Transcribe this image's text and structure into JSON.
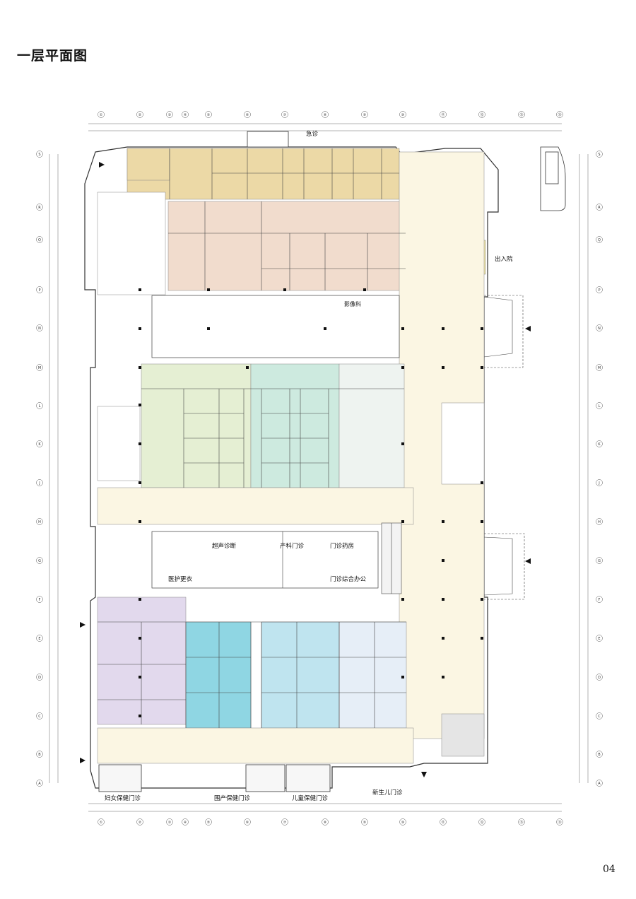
{
  "title": "一层平面图",
  "page_number": "04",
  "labels": {
    "emergency": "急诊",
    "discharge": "出入院",
    "imaging": "影像科",
    "ultrasound": "超声诊断",
    "obstetrics": "产科门诊",
    "pharmacy": "门诊药房",
    "staff_changing": "医护更衣",
    "outpatient_office": "门诊综合办公",
    "women_health": "妇女保健门诊",
    "prenatal_health": "围产保健门诊",
    "child_health": "儿童保健门诊",
    "newborn": "新生儿门诊"
  },
  "grid_columns": [
    "①",
    "②",
    "③",
    "④",
    "⑤",
    "⑥",
    "⑦",
    "⑧",
    "⑨",
    "⑩",
    "⑪",
    "⑫",
    "⑬"
  ],
  "grid_rows": [
    "S",
    "R",
    "Q",
    "P",
    "N",
    "M",
    "L",
    "K",
    "J",
    "H",
    "G",
    "F",
    "E",
    "D",
    "C",
    "B",
    "A"
  ],
  "zone_colors": {
    "emergency": "#ecd9a6",
    "imaging": "#f1dccd",
    "discharge": "#f2e7a6",
    "ultrasound": "#e5efd3",
    "obstetrics": "#cdeadf",
    "pharmacy": "#eef3f0",
    "women_health": "#e2d9ed",
    "prenatal_health": "#8fd6e3",
    "child_health": "#bfe4ef",
    "newborn": "#e6eef7",
    "corridor": "#fbf6e3",
    "atrium": "#ffffff"
  }
}
